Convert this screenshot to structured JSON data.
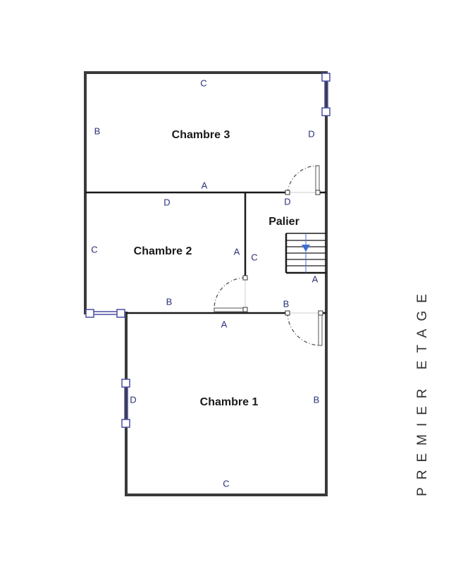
{
  "title": "PREMIER ETAGE",
  "colors": {
    "wall": "#3a3a3a",
    "window": "#4a4fa0",
    "label": "#2a2f7a",
    "stair_arrow": "#3b6fd6"
  },
  "rooms": [
    {
      "name": "Chambre 3"
    },
    {
      "name": "Chambre 2"
    },
    {
      "name": "Palier"
    },
    {
      "name": "Chambre 1"
    }
  ],
  "wall_labels": {
    "ch3_top": "C",
    "ch3_left": "B",
    "ch3_right": "D",
    "ch3_bottom": "A",
    "ch2_top": "D",
    "palier_top": "D",
    "ch2_left": "C",
    "ch2_right": "A",
    "palier_left": "C",
    "stair_bottom": "A",
    "ch2_bottom": "B",
    "palier_bottom": "B",
    "ch1_top": "A",
    "ch1_left": "D",
    "ch1_right": "B",
    "ch1_bottom": "C"
  }
}
